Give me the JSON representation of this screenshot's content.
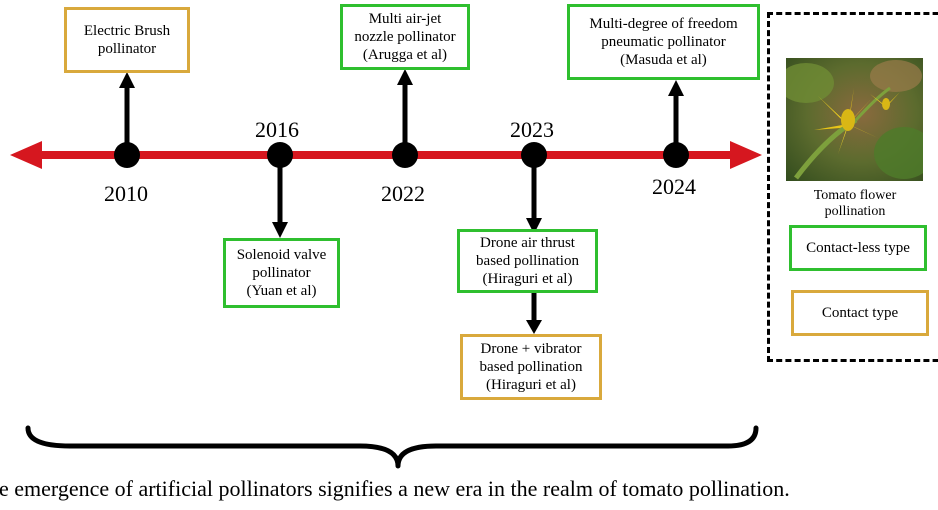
{
  "colors": {
    "timeline": "#d6171f",
    "contactless": "#2fbf2f",
    "contact": "#d9a93c"
  },
  "years": {
    "y2010": "2010",
    "y2016": "2016",
    "y2022": "2022",
    "y2023": "2023",
    "y2024": "2024"
  },
  "boxes": {
    "electric_brush": [
      "Electric Brush",
      "pollinator"
    ],
    "multi_air_jet": [
      "Multi air-jet",
      "nozzle pollinator",
      "(Arugga et al)"
    ],
    "multi_degree": [
      "Multi-degree of freedom",
      "pneumatic pollinator",
      "(Masuda et al)"
    ],
    "solenoid_valve": [
      "Solenoid valve",
      "pollinator",
      "(Yuan et al)"
    ],
    "drone_air_thrust": [
      "Drone air thrust",
      "based pollination",
      "(Hiraguri et al)"
    ],
    "drone_vibrator": [
      "Drone + vibrator",
      "based pollination",
      "(Hiraguri et al)"
    ]
  },
  "legend": {
    "image_label": [
      "Tomato flower",
      "pollination"
    ],
    "contactless_label": "Contact-less type",
    "contact_label": "Contact type",
    "image_icon": "tomato-flower-photo"
  },
  "caption": "he emergence of artificial pollinators signifies a new era in the realm of tomato pollination."
}
